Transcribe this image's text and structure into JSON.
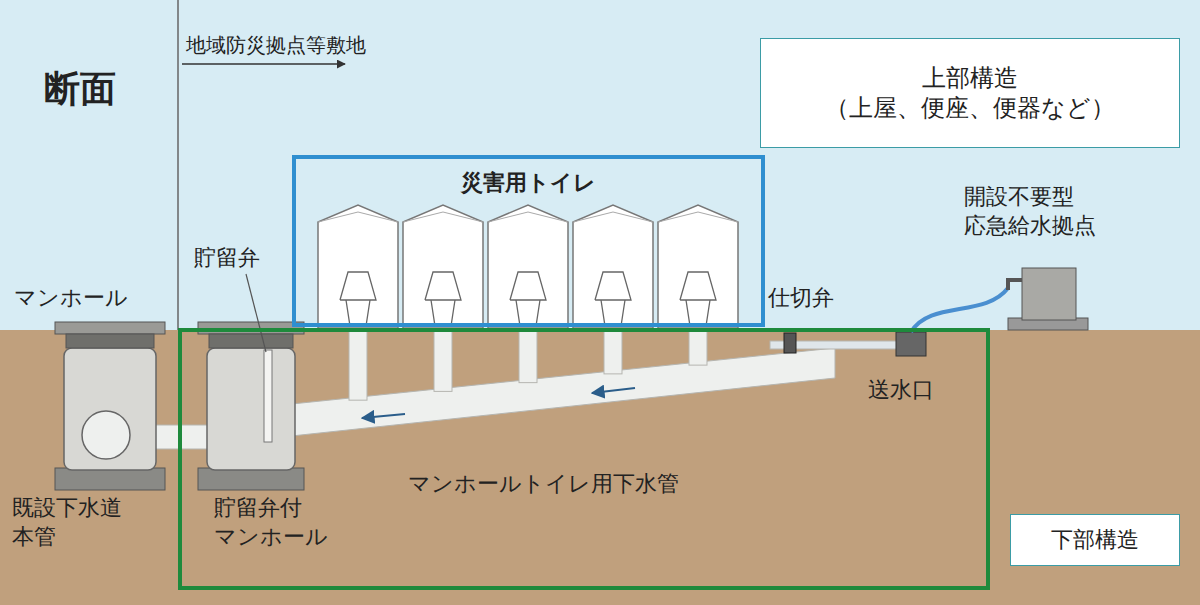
{
  "diagram": {
    "title": "断面",
    "nodes": [
      {
        "text": [
          "上部構造",
          "（上屋、便座、便器など）"
        ]
      },
      {
        "text": [
          "災害用トイレ"
        ]
      },
      {
        "text": [
          "マンホールトイレ用下水管"
        ]
      },
      {
        "text": [
          "下部構造"
        ]
      }
    ],
    "labels": [
      "地域防災拠点等敷地",
      "マンホール",
      "貯留弁",
      "仕切弁",
      "開設不要型 応急給水拠点",
      "送水口",
      "既設下水道 本管",
      "貯留弁付 マンホール"
    ]
  }
}
